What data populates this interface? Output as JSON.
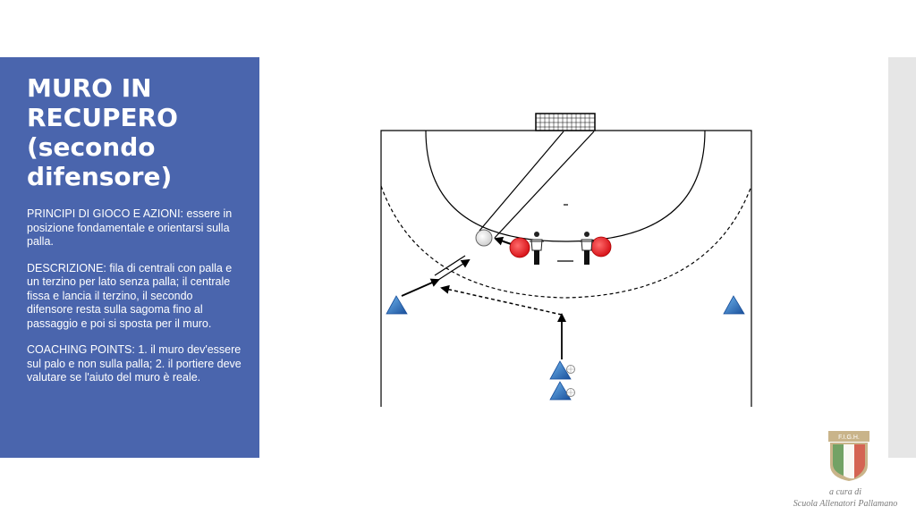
{
  "slide": {
    "title_lines": [
      "MURO IN",
      "RECUPERO",
      "(secondo",
      "difensore)"
    ],
    "principi": "PRINCIPI DI GIOCO E AZIONI: essere in posizione fondamentale e orientarsi sulla palla.",
    "descrizione": "DESCRIZIONE: fila di centrali con palla e un terzino per lato senza palla; il centrale fissa e lancia il terzino, il secondo difensore resta sulla sagoma fino al passaggio e poi si sposta per il muro.",
    "coaching": "COACHING POINTS: 1. il muro dev'essere sul palo e non sulla palla; 2. il portiere deve valutare se l'aiuto del muro è reale."
  },
  "footer": {
    "credit_line1": "a cura di",
    "credit_line2": "Scuola Allenatori Pallamano"
  },
  "logo": {
    "text": "F.I.G.H.",
    "colors": {
      "green": "#4f9a55",
      "white": "#ffffff",
      "red": "#d9423c",
      "gold": "#c9b48a"
    }
  },
  "colors": {
    "panel": "#4a65ad",
    "defender": "#e8201f",
    "cone": "#2f6fc0"
  }
}
